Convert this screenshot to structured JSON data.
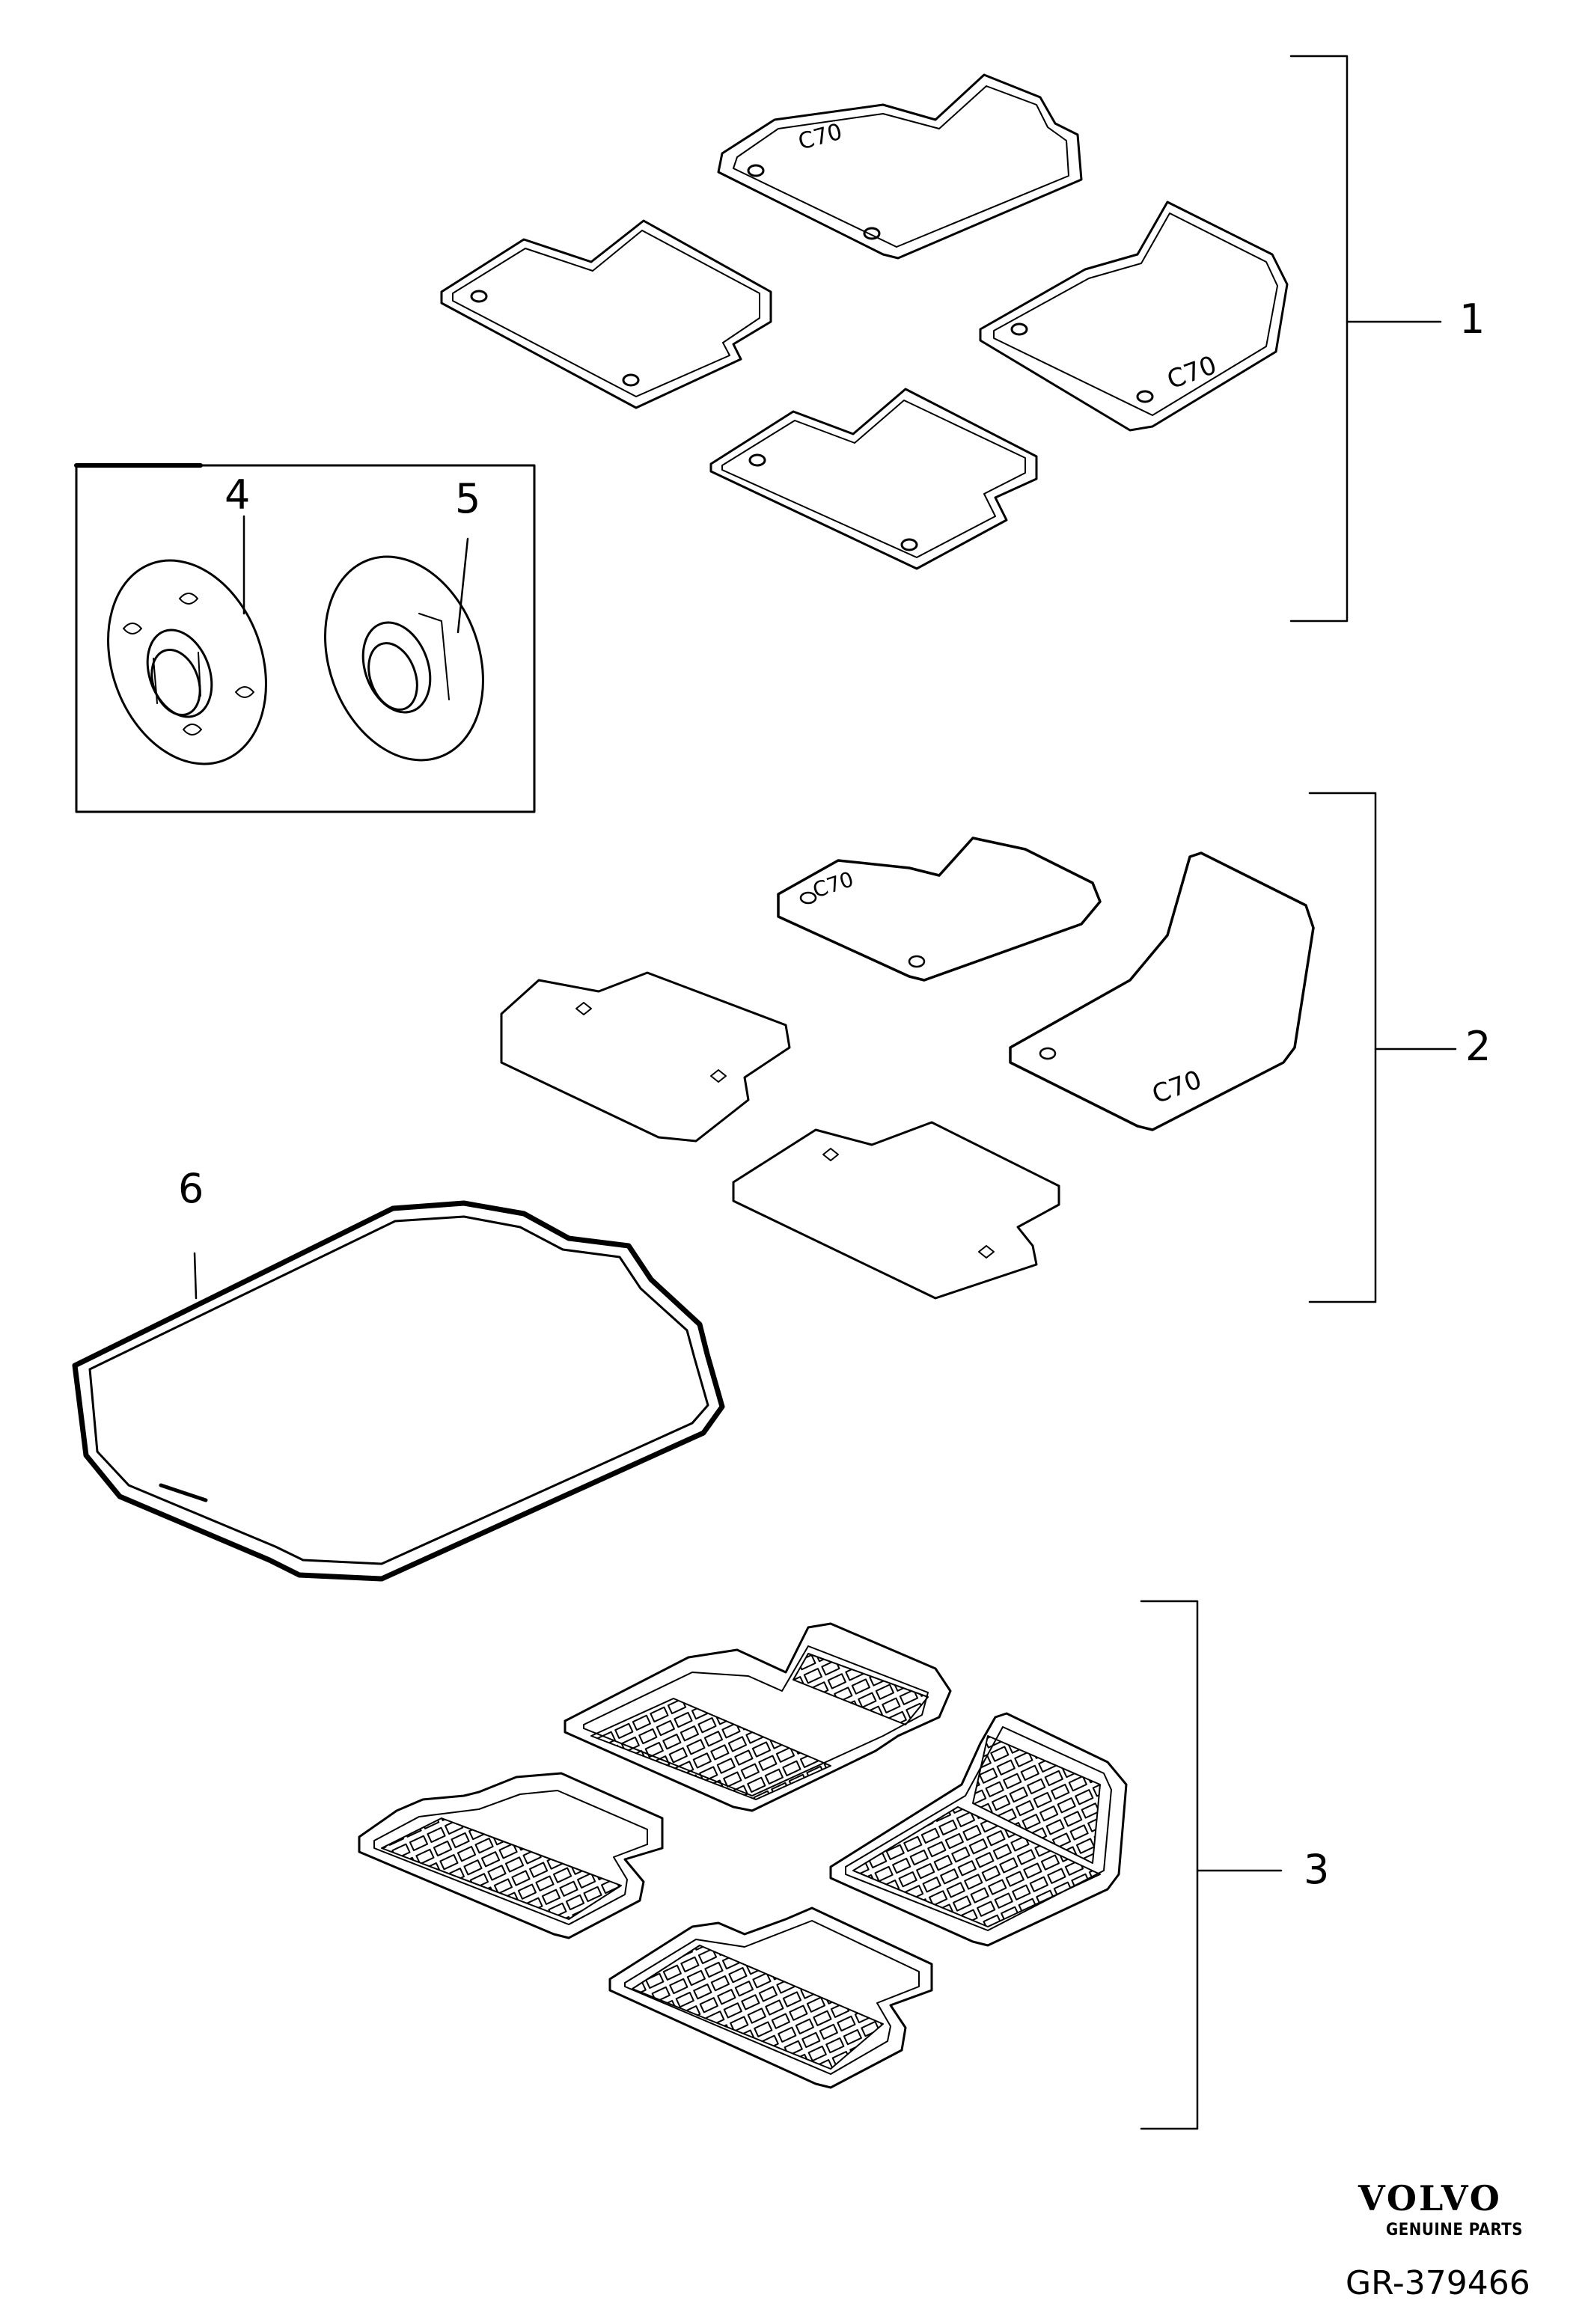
{
  "callouts": {
    "item1": "1",
    "item2": "2",
    "item3": "3",
    "item4": "4",
    "item5": "5",
    "item6": "6"
  },
  "mat_marking": "C70",
  "footer": {
    "brand": "VOLVO",
    "tagline": "GENUINE PARTS",
    "reference": "GR-379466"
  },
  "colors": {
    "line": "#000000",
    "background": "#ffffff"
  }
}
